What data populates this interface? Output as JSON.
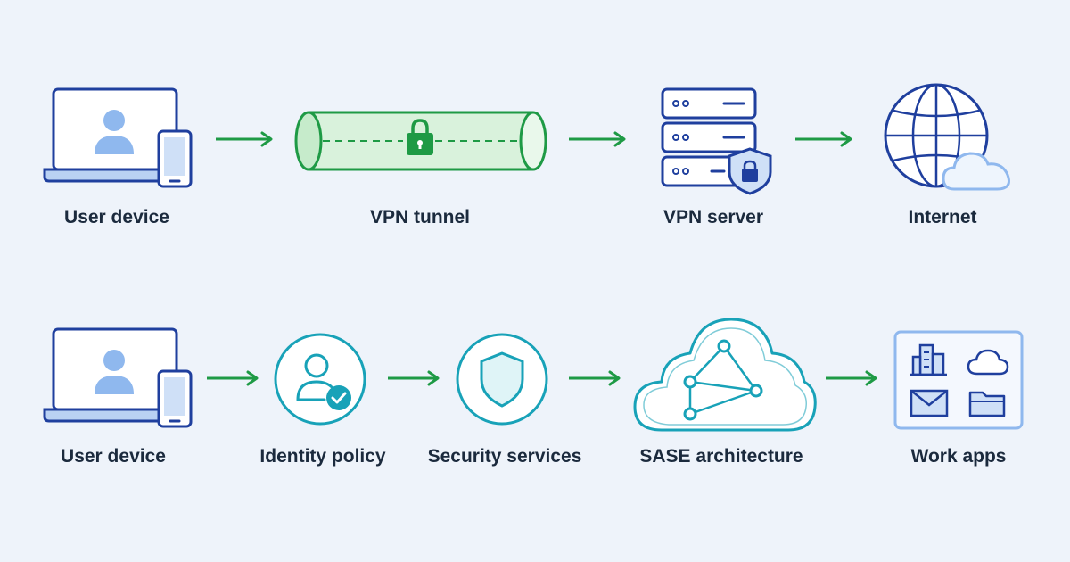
{
  "rows": [
    {
      "name": "vpn-flow",
      "steps": [
        {
          "label": "User device",
          "icon": "laptop-phone-icon"
        },
        {
          "label": "VPN tunnel",
          "icon": "tunnel-lock-icon"
        },
        {
          "label": "VPN server",
          "icon": "server-shield-icon"
        },
        {
          "label": "Internet",
          "icon": "globe-cloud-icon"
        }
      ]
    },
    {
      "name": "sase-flow",
      "steps": [
        {
          "label": "User device",
          "icon": "laptop-phone-icon"
        },
        {
          "label": "Identity policy",
          "icon": "user-check-icon"
        },
        {
          "label": "Security services",
          "icon": "shield-icon"
        },
        {
          "label": "SASE architecture",
          "icon": "cloud-network-icon"
        },
        {
          "label": "Work apps",
          "icon": "apps-grid-icon"
        }
      ]
    }
  ],
  "colors": {
    "background": "#eef3fa",
    "navy": "#1f3f9e",
    "blue_light": "#8fb8ee",
    "green": "#1e9a45",
    "green_light": "#d9f2dc",
    "teal": "#18a2b8",
    "teal_light": "#dff4f7"
  }
}
